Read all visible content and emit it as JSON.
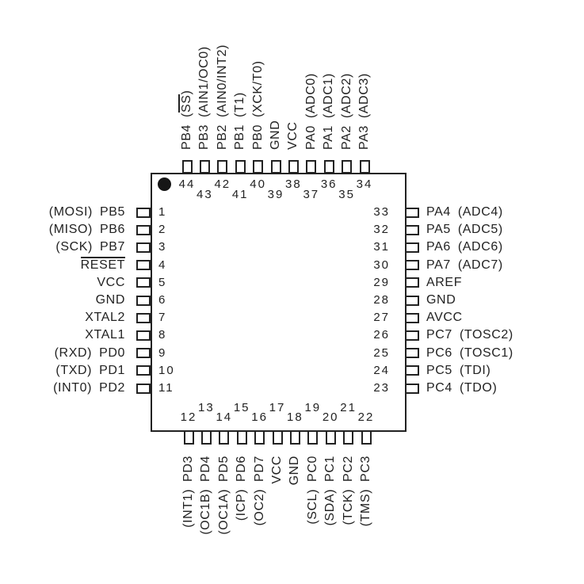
{
  "diagram": {
    "kind": "ic-pinout",
    "package": "TQFP-44",
    "pin1_marker": "filled-dot",
    "line_color": "#222222",
    "background_color": "#ffffff"
  },
  "pins": {
    "top": [
      {
        "num": "44",
        "name": "PB4",
        "fn": "SS",
        "fn_overline": true
      },
      {
        "num": "43",
        "name": "PB3",
        "fn": "AIN1/OC0"
      },
      {
        "num": "42",
        "name": "PB2",
        "fn": "AIN0/INT2"
      },
      {
        "num": "41",
        "name": "PB1",
        "fn": "T1"
      },
      {
        "num": "40",
        "name": "PB0",
        "fn": "XCK/T0"
      },
      {
        "num": "39",
        "name": "GND"
      },
      {
        "num": "38",
        "name": "VCC"
      },
      {
        "num": "37",
        "name": "PA0",
        "fn": "ADC0"
      },
      {
        "num": "36",
        "name": "PA1",
        "fn": "ADC1"
      },
      {
        "num": "35",
        "name": "PA2",
        "fn": "ADC2"
      },
      {
        "num": "34",
        "name": "PA3",
        "fn": "ADC3"
      }
    ],
    "left": [
      {
        "num": "1",
        "fn": "MOSI",
        "name": "PB5"
      },
      {
        "num": "2",
        "fn": "MISO",
        "name": "PB6"
      },
      {
        "num": "3",
        "fn": "SCK",
        "name": "PB7"
      },
      {
        "num": "4",
        "name": "RESET",
        "name_overline": true
      },
      {
        "num": "5",
        "name": "VCC"
      },
      {
        "num": "6",
        "name": "GND"
      },
      {
        "num": "7",
        "name": "XTAL2"
      },
      {
        "num": "8",
        "name": "XTAL1"
      },
      {
        "num": "9",
        "fn": "RXD",
        "name": "PD0"
      },
      {
        "num": "10",
        "fn": "TXD",
        "name": "PD1"
      },
      {
        "num": "11",
        "fn": "INT0",
        "name": "PD2"
      }
    ],
    "right": [
      {
        "num": "33",
        "name": "PA4",
        "fn": "ADC4"
      },
      {
        "num": "32",
        "name": "PA5",
        "fn": "ADC5"
      },
      {
        "num": "31",
        "name": "PA6",
        "fn": "ADC6"
      },
      {
        "num": "30",
        "name": "PA7",
        "fn": "ADC7"
      },
      {
        "num": "29",
        "name": "AREF"
      },
      {
        "num": "28",
        "name": "GND"
      },
      {
        "num": "27",
        "name": "AVCC"
      },
      {
        "num": "26",
        "name": "PC7",
        "fn": "TOSC2"
      },
      {
        "num": "25",
        "name": "PC6",
        "fn": "TOSC1"
      },
      {
        "num": "24",
        "name": "PC5",
        "fn": "TDI"
      },
      {
        "num": "23",
        "name": "PC4",
        "fn": "TDO"
      }
    ],
    "bottom": [
      {
        "num": "12",
        "fn": "INT1",
        "name": "PD3"
      },
      {
        "num": "13",
        "fn": "OC1B",
        "name": "PD4"
      },
      {
        "num": "14",
        "fn": "OC1A",
        "name": "PD5"
      },
      {
        "num": "15",
        "fn": "ICP",
        "name": "PD6"
      },
      {
        "num": "16",
        "fn": "OC2",
        "name": "PD7"
      },
      {
        "num": "17",
        "name": "VCC"
      },
      {
        "num": "18",
        "name": "GND"
      },
      {
        "num": "19",
        "fn": "SCL",
        "name": "PC0"
      },
      {
        "num": "20",
        "fn": "SDA",
        "name": "PC1"
      },
      {
        "num": "21",
        "fn": "TCK",
        "name": "PC2"
      },
      {
        "num": "22",
        "fn": "TMS",
        "name": "PC3"
      }
    ]
  }
}
